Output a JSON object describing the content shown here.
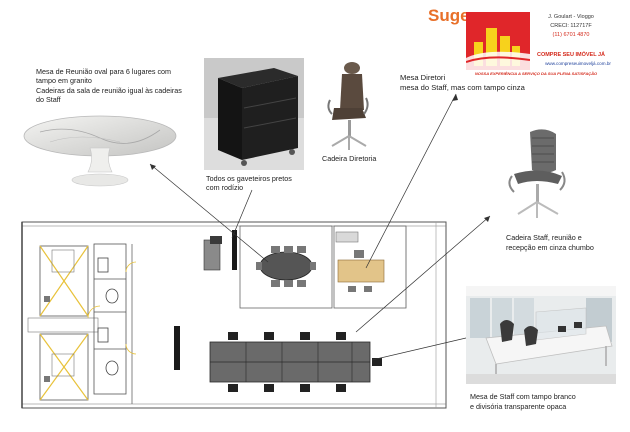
{
  "header": {
    "title": "Suge",
    "agent_name": "J. Goulart - Vioggo",
    "creci": "CRECI: 112717F",
    "phone": "(11) 6701 4870",
    "brand": "COMPRE SEU IMÓVEL JÁ",
    "tagline": "NOSSA EXPERIÊNCIA A SERVIÇO DA SUA PLENA SATISFAÇÃO",
    "site": "www.compreseuimoveljá.com.br",
    "colors": {
      "title": "#e8702a",
      "logo_red": "#e0262a",
      "brand_blue": "#1c3f9a",
      "accent_red": "#d42a1c"
    }
  },
  "captions": {
    "oval_table": [
      "Mesa de Reunião oval para 6 lugares com",
      "tampo em granito",
      "Cadeiras da sala de reunião igual às cadeiras",
      "do Staff"
    ],
    "drawers": [
      "Todos os gaveteiros pretos",
      "com rodízio"
    ],
    "director_chair": "Cadeira Diretoria",
    "director_desk": [
      "Mesa Diretori",
      "mesa do Staff, mas com tampo cinza"
    ],
    "staff_chair": [
      "Cadeira Staff, reunião e",
      "recepção em cinza chumbo"
    ],
    "staff_desk": [
      "Mesa de Staff com tampo branco",
      "e divisória transparente opaca"
    ]
  }
}
